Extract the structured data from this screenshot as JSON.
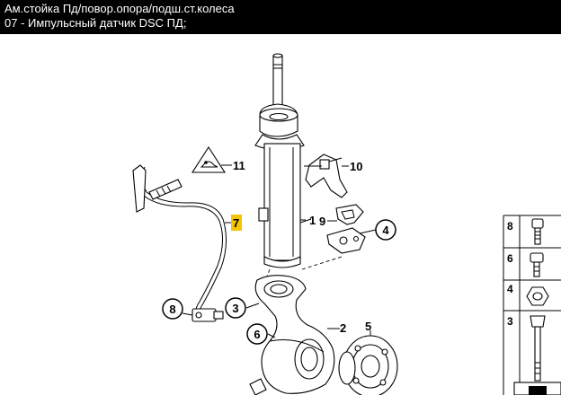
{
  "header": {
    "title": "Ам.стойка Пд/повор.опора/подш.ст.колеса",
    "subtitle": "07 - Импульсный датчик DSC ПД;"
  },
  "callouts": {
    "c1": "1",
    "c2": "2",
    "c3": "3",
    "c4": "4",
    "c5": "5",
    "c6": "6",
    "c7": "7",
    "c8": "8",
    "c9": "9",
    "c10": "10",
    "c11": "11"
  },
  "legend": {
    "l8": "8",
    "l6": "6",
    "l4": "4",
    "l3": "3"
  },
  "colors": {
    "header_bg": "#000000",
    "header_text": "#ffffff",
    "highlight": "#f5c400"
  }
}
